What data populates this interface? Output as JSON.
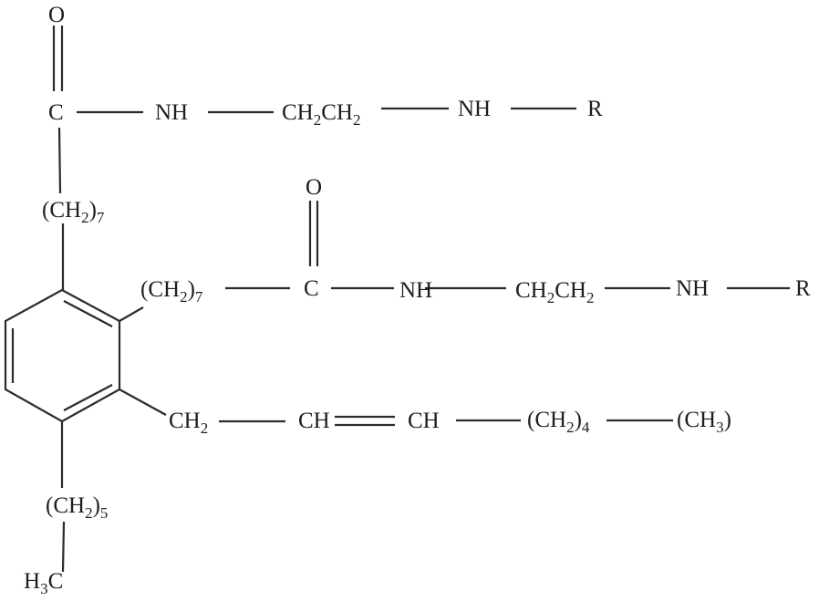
{
  "diagram": {
    "type": "chemical-structure",
    "stroke_color": "#2b2b2b",
    "text_color": "#1e1e1e",
    "background": "#ffffff",
    "atoms": {
      "o1": "O",
      "c1": "C",
      "nh1": "NH",
      "ch2ch2_1": {
        "a": "CH",
        "s1": "2",
        "b": "CH",
        "s2": "2"
      },
      "nh2": "NH",
      "r1": "R",
      "ch2_7_top": {
        "a": "(CH",
        "s1": "2",
        "b": ")",
        "s2": "7"
      },
      "o2": "O",
      "ch2_7_mid": {
        "a": "(CH",
        "s1": "2",
        "b": ")",
        "s2": "7"
      },
      "c2": "C",
      "nh3": "NH",
      "ch2ch2_2": {
        "a": "CH",
        "s1": "2",
        "b": "CH",
        "s2": "2"
      },
      "nh4": "NH",
      "r2": "R",
      "ch2_allyl": {
        "a": "CH",
        "s1": "2"
      },
      "ch_a": "CH",
      "ch_b": "CH",
      "ch2_4": {
        "a": "(CH",
        "s1": "2",
        "b": ")",
        "s2": "4"
      },
      "ch3_end": {
        "a": "(CH",
        "s1": "3",
        "b": ")"
      },
      "ch2_5": {
        "a": "(CH",
        "s1": "2",
        "b": ")",
        "s2": "5"
      },
      "h3c": {
        "a": "H",
        "s1": "3",
        "b": "C"
      }
    }
  }
}
